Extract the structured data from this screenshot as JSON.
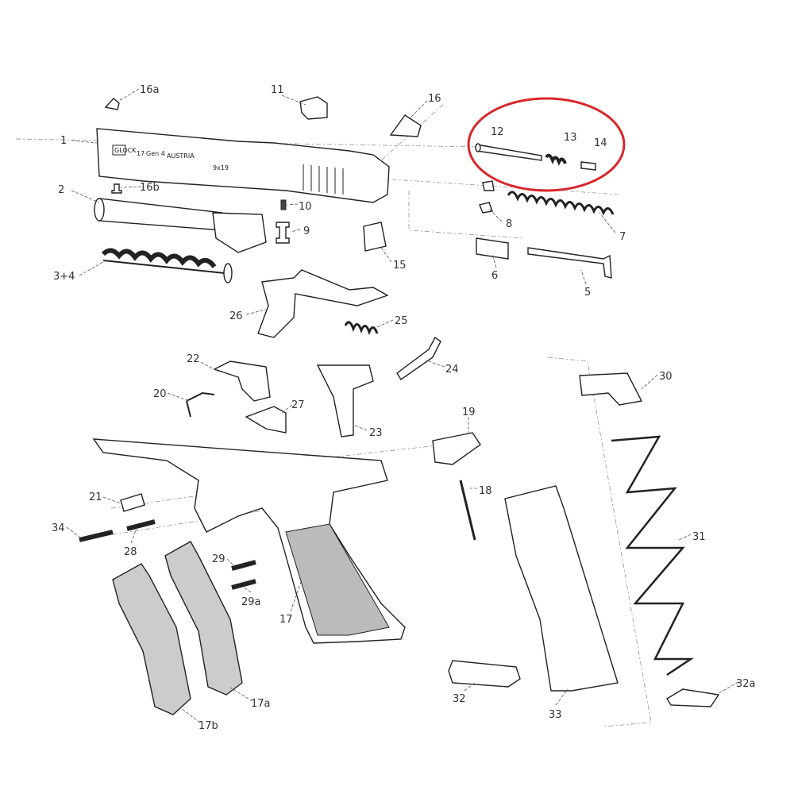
{
  "diagram": {
    "highlight_color": "#d9262b",
    "highlighted_parts": [
      "12",
      "13",
      "14"
    ],
    "slide_engraving": {
      "logo": "GLOCK",
      "model": "17",
      "gen": "Gen 4",
      "origin": "AUSTRIA",
      "caliber": "9x19"
    },
    "labels": [
      "16a",
      "11",
      "16",
      "1",
      "12",
      "13",
      "14",
      "16b",
      "10",
      "2",
      "9",
      "8",
      "7",
      "15",
      "3+4",
      "6",
      "5",
      "26",
      "25",
      "22",
      "24",
      "30",
      "20",
      "27",
      "23",
      "19",
      "18",
      "21",
      "31",
      "34",
      "28",
      "29",
      "29a",
      "17",
      "32a",
      "32",
      "33",
      "17a",
      "17b"
    ]
  }
}
